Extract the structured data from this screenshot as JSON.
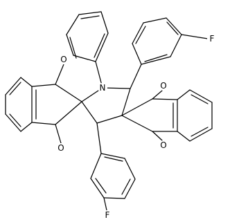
{
  "molecule": {
    "labels": {
      "N": "N",
      "O": "O",
      "F": "F"
    }
  },
  "colors": {
    "bond": "#000000",
    "background": "#ffffff",
    "text": "#000000"
  }
}
